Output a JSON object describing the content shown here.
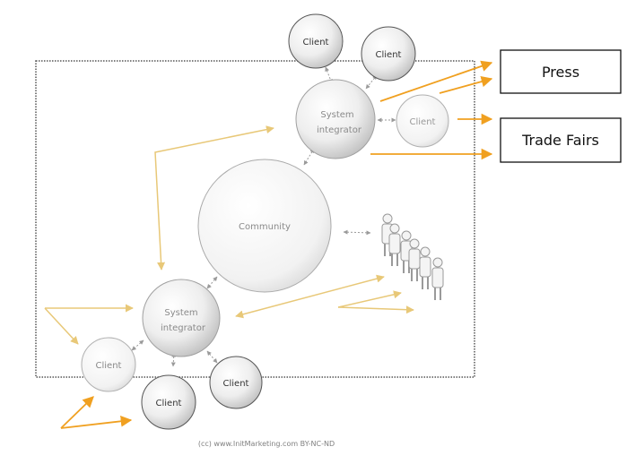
{
  "nodes": {
    "client_top_left": "Client",
    "client_top_right": "Client",
    "client_right": "Client",
    "client_bottom_left": "Client",
    "client_bottom_center": "Client",
    "client_bottom_right": "Client",
    "system_integrator_top": [
      "System",
      "integrator"
    ],
    "system_integrator_bottom": [
      "System",
      "integrator"
    ],
    "community": "Community"
  },
  "boxes": {
    "press": "Press",
    "trade_fairs": "Trade Fairs"
  },
  "footer": {
    "credit": "(cc) www.InitMarketing.com  BY-NC-ND"
  },
  "colors": {
    "accent_orange": "#f0a020",
    "light_yellow": "#e8c878",
    "gray_text": "#808080"
  }
}
